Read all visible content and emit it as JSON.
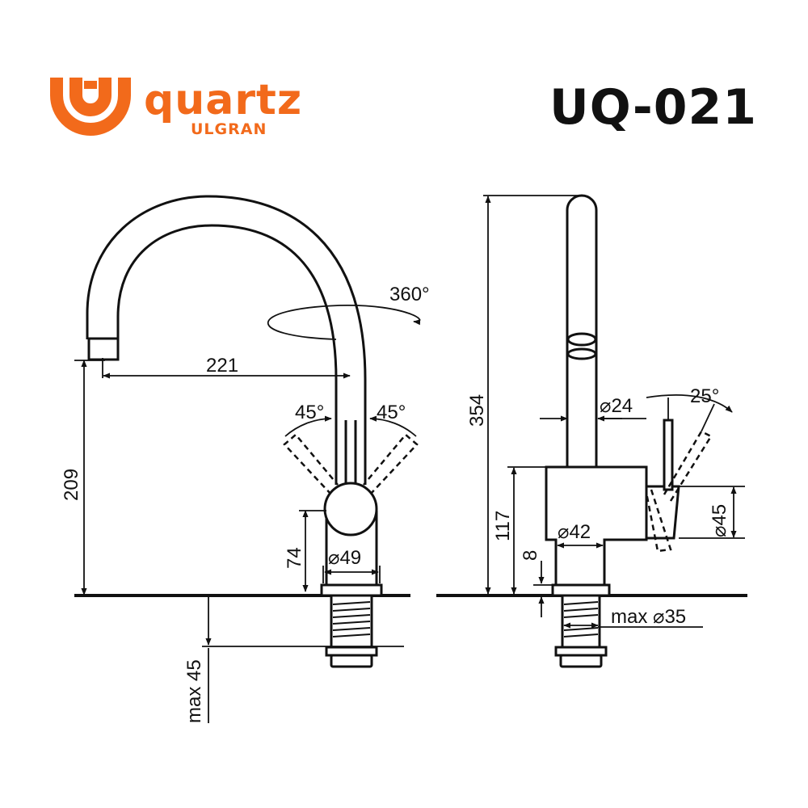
{
  "brand": {
    "name": "quartz",
    "sub": "ULGRAN",
    "color": "#F26A1B"
  },
  "model": "UQ-021",
  "dimensions": {
    "rotation": "360°",
    "spout_reach": "221",
    "spout_height": "209",
    "handle_angle_left": "45°",
    "handle_angle_right": "45°",
    "body_height": "74",
    "body_diameter": "⌀49",
    "mount_depth": "max 45",
    "total_height": "354",
    "spout_diameter": "⌀24",
    "handle_tilt": "25°",
    "body_side_height": "117",
    "handle_diameter": "⌀45",
    "base_diameter": "⌀42",
    "base_height": "8",
    "hole_diameter": "max ⌀35"
  }
}
